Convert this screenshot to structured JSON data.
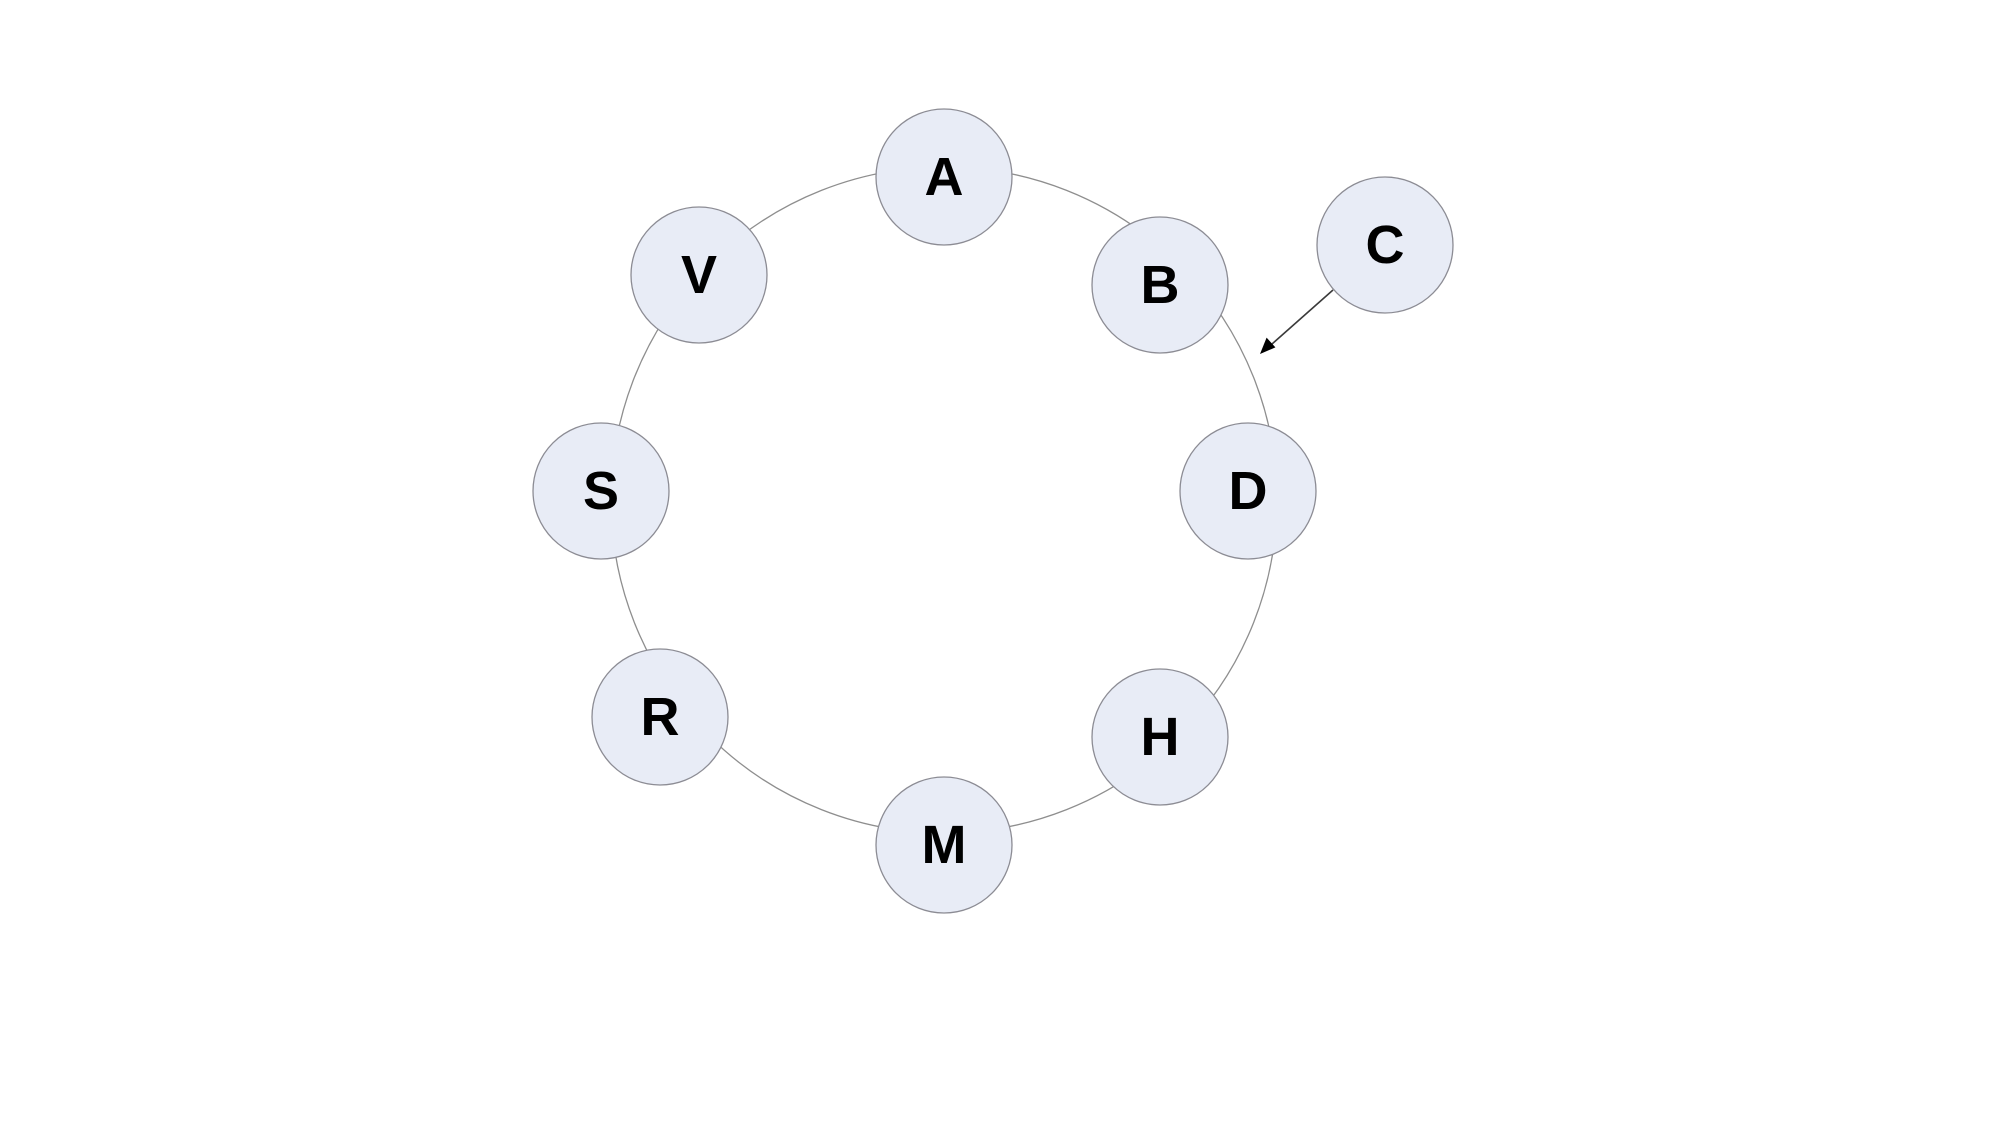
{
  "ring_nodes": [
    {
      "id": "A",
      "label": "A"
    },
    {
      "id": "B",
      "label": "B"
    },
    {
      "id": "D",
      "label": "D"
    },
    {
      "id": "H",
      "label": "H"
    },
    {
      "id": "M",
      "label": "M"
    },
    {
      "id": "R",
      "label": "R"
    },
    {
      "id": "S",
      "label": "S"
    },
    {
      "id": "V",
      "label": "V"
    }
  ],
  "joining_node": {
    "id": "C",
    "label": "C"
  },
  "edges": [
    {
      "from": "C",
      "to": "B-D",
      "type": "arrow"
    }
  ],
  "colors": {
    "node_fill": "#e8ecf6",
    "node_stroke": "#8c8c94",
    "ring_stroke": "#8e8e8e",
    "text": "#000000"
  }
}
